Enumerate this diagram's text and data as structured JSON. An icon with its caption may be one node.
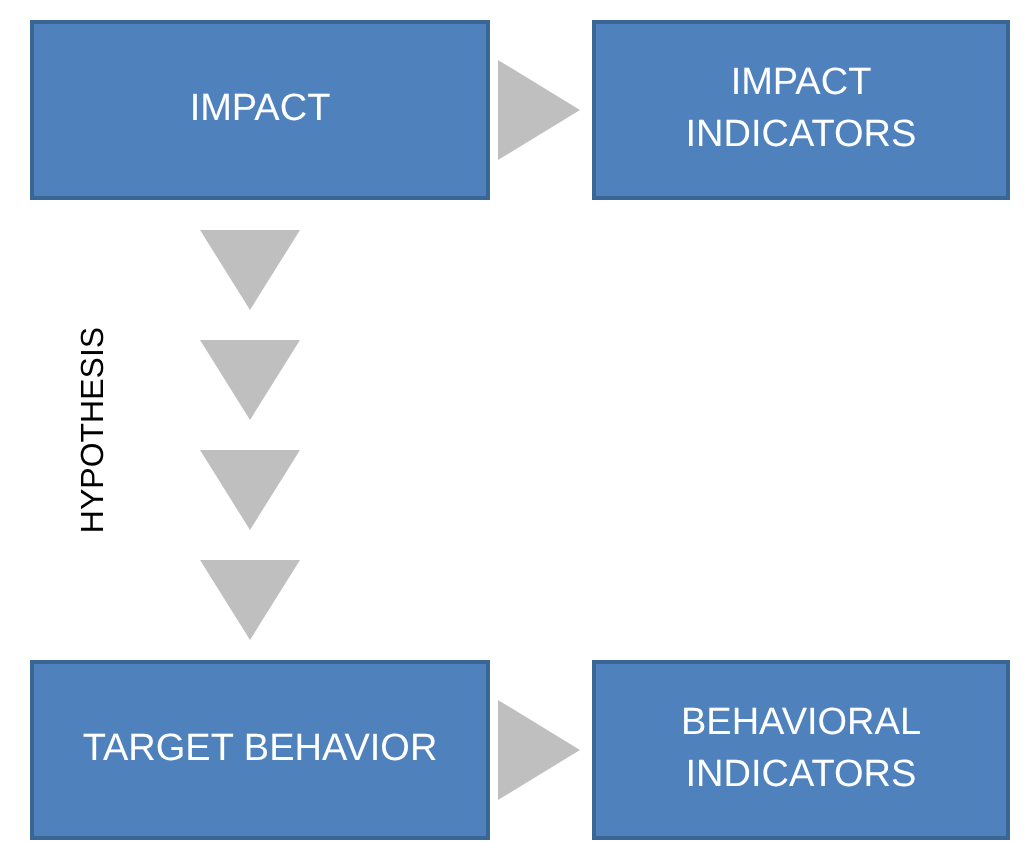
{
  "diagram": {
    "nodes": [
      {
        "text": [
          "IMPACT"
        ]
      },
      {
        "text": [
          "IMPACT INDICATORS"
        ]
      },
      {
        "text": [
          "TARGET BEHAVIOR"
        ]
      },
      {
        "text": [
          "BEHAVIORAL INDICATORS"
        ]
      }
    ],
    "edges": [
      {
        "from": 0,
        "to": 1,
        "arrow": "to"
      },
      {
        "from": 0,
        "to": 2,
        "arrow": "to",
        "label": "HYPOTHESIS"
      },
      {
        "from": 2,
        "to": 3,
        "arrow": "to"
      }
    ]
  }
}
